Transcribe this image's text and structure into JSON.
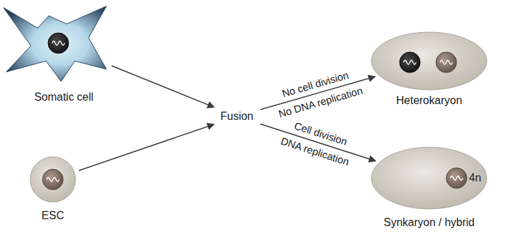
{
  "diagram": {
    "nodes": [
      {
        "text": [
          "Somatic cell"
        ]
      },
      {
        "text": [
          "ESC"
        ]
      },
      {
        "text": [
          "Fusion"
        ]
      },
      {
        "text": [
          "Heterokaryon"
        ]
      },
      {
        "text": [
          "Synkaryon / hybrid",
          "4n"
        ]
      }
    ],
    "edges": [
      {
        "from": 0,
        "to": 2,
        "arrow": "to"
      },
      {
        "from": 1,
        "to": 2,
        "arrow": "to"
      },
      {
        "from": 2,
        "to": 3,
        "label": "No cell division",
        "arrow": "to"
      },
      {
        "from": 2,
        "to": 4,
        "label": "Cell division",
        "arrow": "to"
      }
    ],
    "labels": [
      "No DNA replication",
      "DNA replication"
    ]
  }
}
